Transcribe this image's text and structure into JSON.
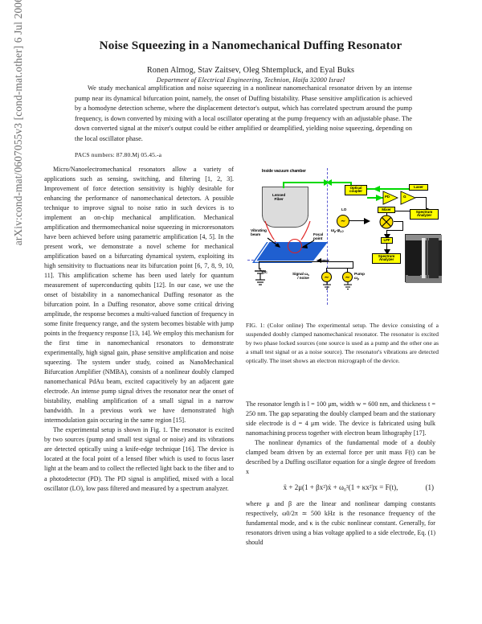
{
  "arxiv_stamp": "arXiv:cond-mat/0607055v3  [cond-mat.other]  6 Jul 2006",
  "title": "Noise Squeezing in a Nanomechanical Duffing Resonator",
  "authors": "Ronen Almog, Stav Zaitsev, Oleg Shtempluck, and Eyal Buks",
  "affiliation": "Department of Electrical Engineering, Technion, Haifa 32000 Israel",
  "abstract": "We study mechanical amplification and noise squeezing in a nonlinear nanomechanical resonator driven by an intense pump near its dynamical bifurcation point, namely, the onset of Duffing bistability. Phase sensitive amplification is achieved by a homodyne detection scheme, where the displacement detector's output, which has correlated spectrum around the pump frequency, is down converted by mixing with a local oscillator operating at the pump frequency with an adjustable phase. The down converted signal at the mixer's output could be either amplified or deamplified, yielding noise squeezing, depending on the local oscillator phase.",
  "pacs": "PACS numbers: 87.80.Mj 05.45.-a",
  "left_column": {
    "paragraphs": [
      "Micro/Nanoelectromechanical resonators allow a variety of applications such as sensing, switching, and filtering [1, 2, 3]. Improvement of force detection sensitivity is highly desirable for enhancing the performance of nanomechanical detectors. A possible technique to improve signal to noise ratio in such devices is to implement an on-chip mechanical amplification. Mechanical amplification and thermomechanical noise squeezing in microresonators have been achieved before using parametric amplification [4, 5]. In the present work, we demonstrate a novel scheme for mechanical amplification based on a bifurcating dynamical system, exploiting its high sensitivity to fluctuations near its bifurcation point [6, 7, 8, 9, 10, 11]. This amplification scheme has been used lately for quantum measurement of superconducting qubits [12]. In our case, we use the onset of bistability in a nanomechanical Duffing resonator as the bifurcation point. In a Duffing resonator, above some critical driving amplitude, the response becomes a multi-valued function of frequency in some finite frequency range, and the system becomes bistable with jump points in the frequency response [13, 14]. We employ this mechanism for the first time in nanomechanical resonators to demonstrate experimentally, high signal gain, phase sensitive amplification and noise squeezing. The system under study, coined as NanoMechanical Bifurcation Amplifier (NMBA), consists of a nonlinear doubly clamped nanomechanical PdAu beam, excited capacitively by an adjacent gate electrode. An intense pump signal drives the resonator near the onset of bistability, enabling amplification of a small signal in a narrow bandwidth. In a previous work we have demonstrated high intermodulation gain occuring in the same region [15].",
      "The experimental setup is shown in Fig. 1. The resonator is excited by two sources (pump and small test signal or noise) and its vibrations are detected optically using a knife-edge technique [16]. The device is located at the focal point of a lensed fiber which is used to focus laser light at the beam and to collect the reflected light back to the fiber and to a photodetector (PD). The PD signal is amplified, mixed with a local oscillator (LO), low pass filtered and measured by a spectrum analyzer."
    ]
  },
  "figure": {
    "labels": {
      "vacuum_chamber": "Inside vacuum chamber",
      "lensed_fiber": "Lensed\nFiber",
      "vibrating_beam": "Vibrating\nbeam",
      "focal_point": "Focal\npoint",
      "vdc": "V",
      "vdc_sub": "DC",
      "signal_noise": "Signal ωs\n/ noise",
      "pump": "Pump",
      "pump_sub": "ωp",
      "optical_coupler": "Optical\ncoupler",
      "laser": "Laser",
      "pd": "PD",
      "amplifier": "G",
      "lo": "LO",
      "lo_freq": "ωp-φLO",
      "mixer": "Mixer",
      "spectrum_analyzer_1": "Spectrum\nAnalyzer",
      "lpf": "LPF",
      "spectrum_analyzer_2": "Spectrum\nAnalyzer"
    },
    "caption": "FIG. 1: (Color online) The experimental setup. The device consisting of a suspended doubly clamped nanomechanical resonator. The resonator is excited by two phase locked sources (one source is used as a pump and the other one as a small test signal or as a noise source). The resonator's vibrations are detected optically. The inset shows an electron micrograph of the device.",
    "colors": {
      "box_fill": "#ffff00",
      "optical_path": "#00d900",
      "electrical_path": "#000000",
      "beam": "#1f5fd0",
      "laser_spot": "#e02020",
      "chamber_boundary": "#5a5ad0"
    }
  },
  "right_column": {
    "paragraphs": [
      "The resonator length is l = 100 μm, width w = 600 nm, and thickness t = 250 nm. The gap separating the doubly clamped beam and the stationary side electrode is d = 4 μm wide. The device is fabricated using bulk nanomachining process together with electron beam lithography [17].",
      "The nonlinear dynamics of the fundamental mode of a doubly clamped beam driven by an external force per unit mass F(t) can be described by a Duffing oscillator equation for a single degree of freedom x"
    ],
    "equation_1": {
      "body": "ẍ + 2μ(1 + βx²)ẋ + ω₀²(1 + κx²)x = F(t),",
      "number": "(1)"
    },
    "paragraphs_after": [
      "where μ and β are the linear and nonlinear damping constants respectively, ω0/2π ≃ 500 kHz is the resonance frequency of the fundamental mode, and κ is the cubic nonlinear constant. Generally, for resonators driven using a bias voltage applied to a side electrode, Eq. (1) should"
    ]
  }
}
